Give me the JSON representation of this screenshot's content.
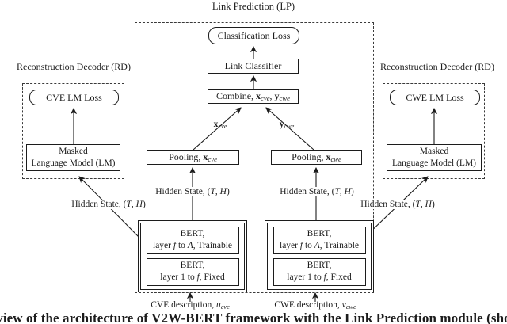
{
  "colors": {
    "ink": "#1c1c1c",
    "background": "#ffffff"
  },
  "diagram": {
    "lp_title": "Link Prediction (LP)",
    "classification_loss": "Classification Loss",
    "link_classifier": "Link Classifier",
    "combine": {
      "prefix": "Combine, ",
      "x": "x",
      "x_sub": "cve",
      "comma": ", ",
      "y": "y",
      "y_sub": "cwe"
    },
    "x_label": {
      "base": "x",
      "sub": "cve"
    },
    "y_label": {
      "base": "y",
      "sub": "cwe"
    },
    "pooling_cve": {
      "prefix": "Pooling, ",
      "base": "x",
      "sub": "cve"
    },
    "pooling_cwe": {
      "prefix": "Pooling, ",
      "base": "x",
      "sub": "cwe"
    },
    "hidden_state": {
      "prefix": "Hidden State, (",
      "t": "T",
      "comma": ", ",
      "h": "H",
      "close": ")"
    },
    "bert_trainable": {
      "line1": "BERT,",
      "l2a": "layer ",
      "f": "f",
      "l2b": " to ",
      "a": "A",
      "l2c": ", Trainable"
    },
    "bert_fixed": {
      "line1": "BERT,",
      "l2a": "layer 1 to ",
      "f": "f",
      "l2b": ", Fixed"
    },
    "cve_description": {
      "prefix": "CVE description, ",
      "base": "u",
      "sub": "cve"
    },
    "cwe_description": {
      "prefix": "CWE description, ",
      "base": "v",
      "sub": "cwe"
    },
    "rd_title": "Reconstruction Decoder (RD)",
    "cve_lm_loss": "CVE LM Loss",
    "cwe_lm_loss": "CWE LM Loss",
    "masked_lm": {
      "line1": "Masked",
      "line2": "Language Model (LM)"
    }
  },
  "caption_fragment": "view of the architecture of V2W-BERT framework with the Link Prediction module (sho"
}
